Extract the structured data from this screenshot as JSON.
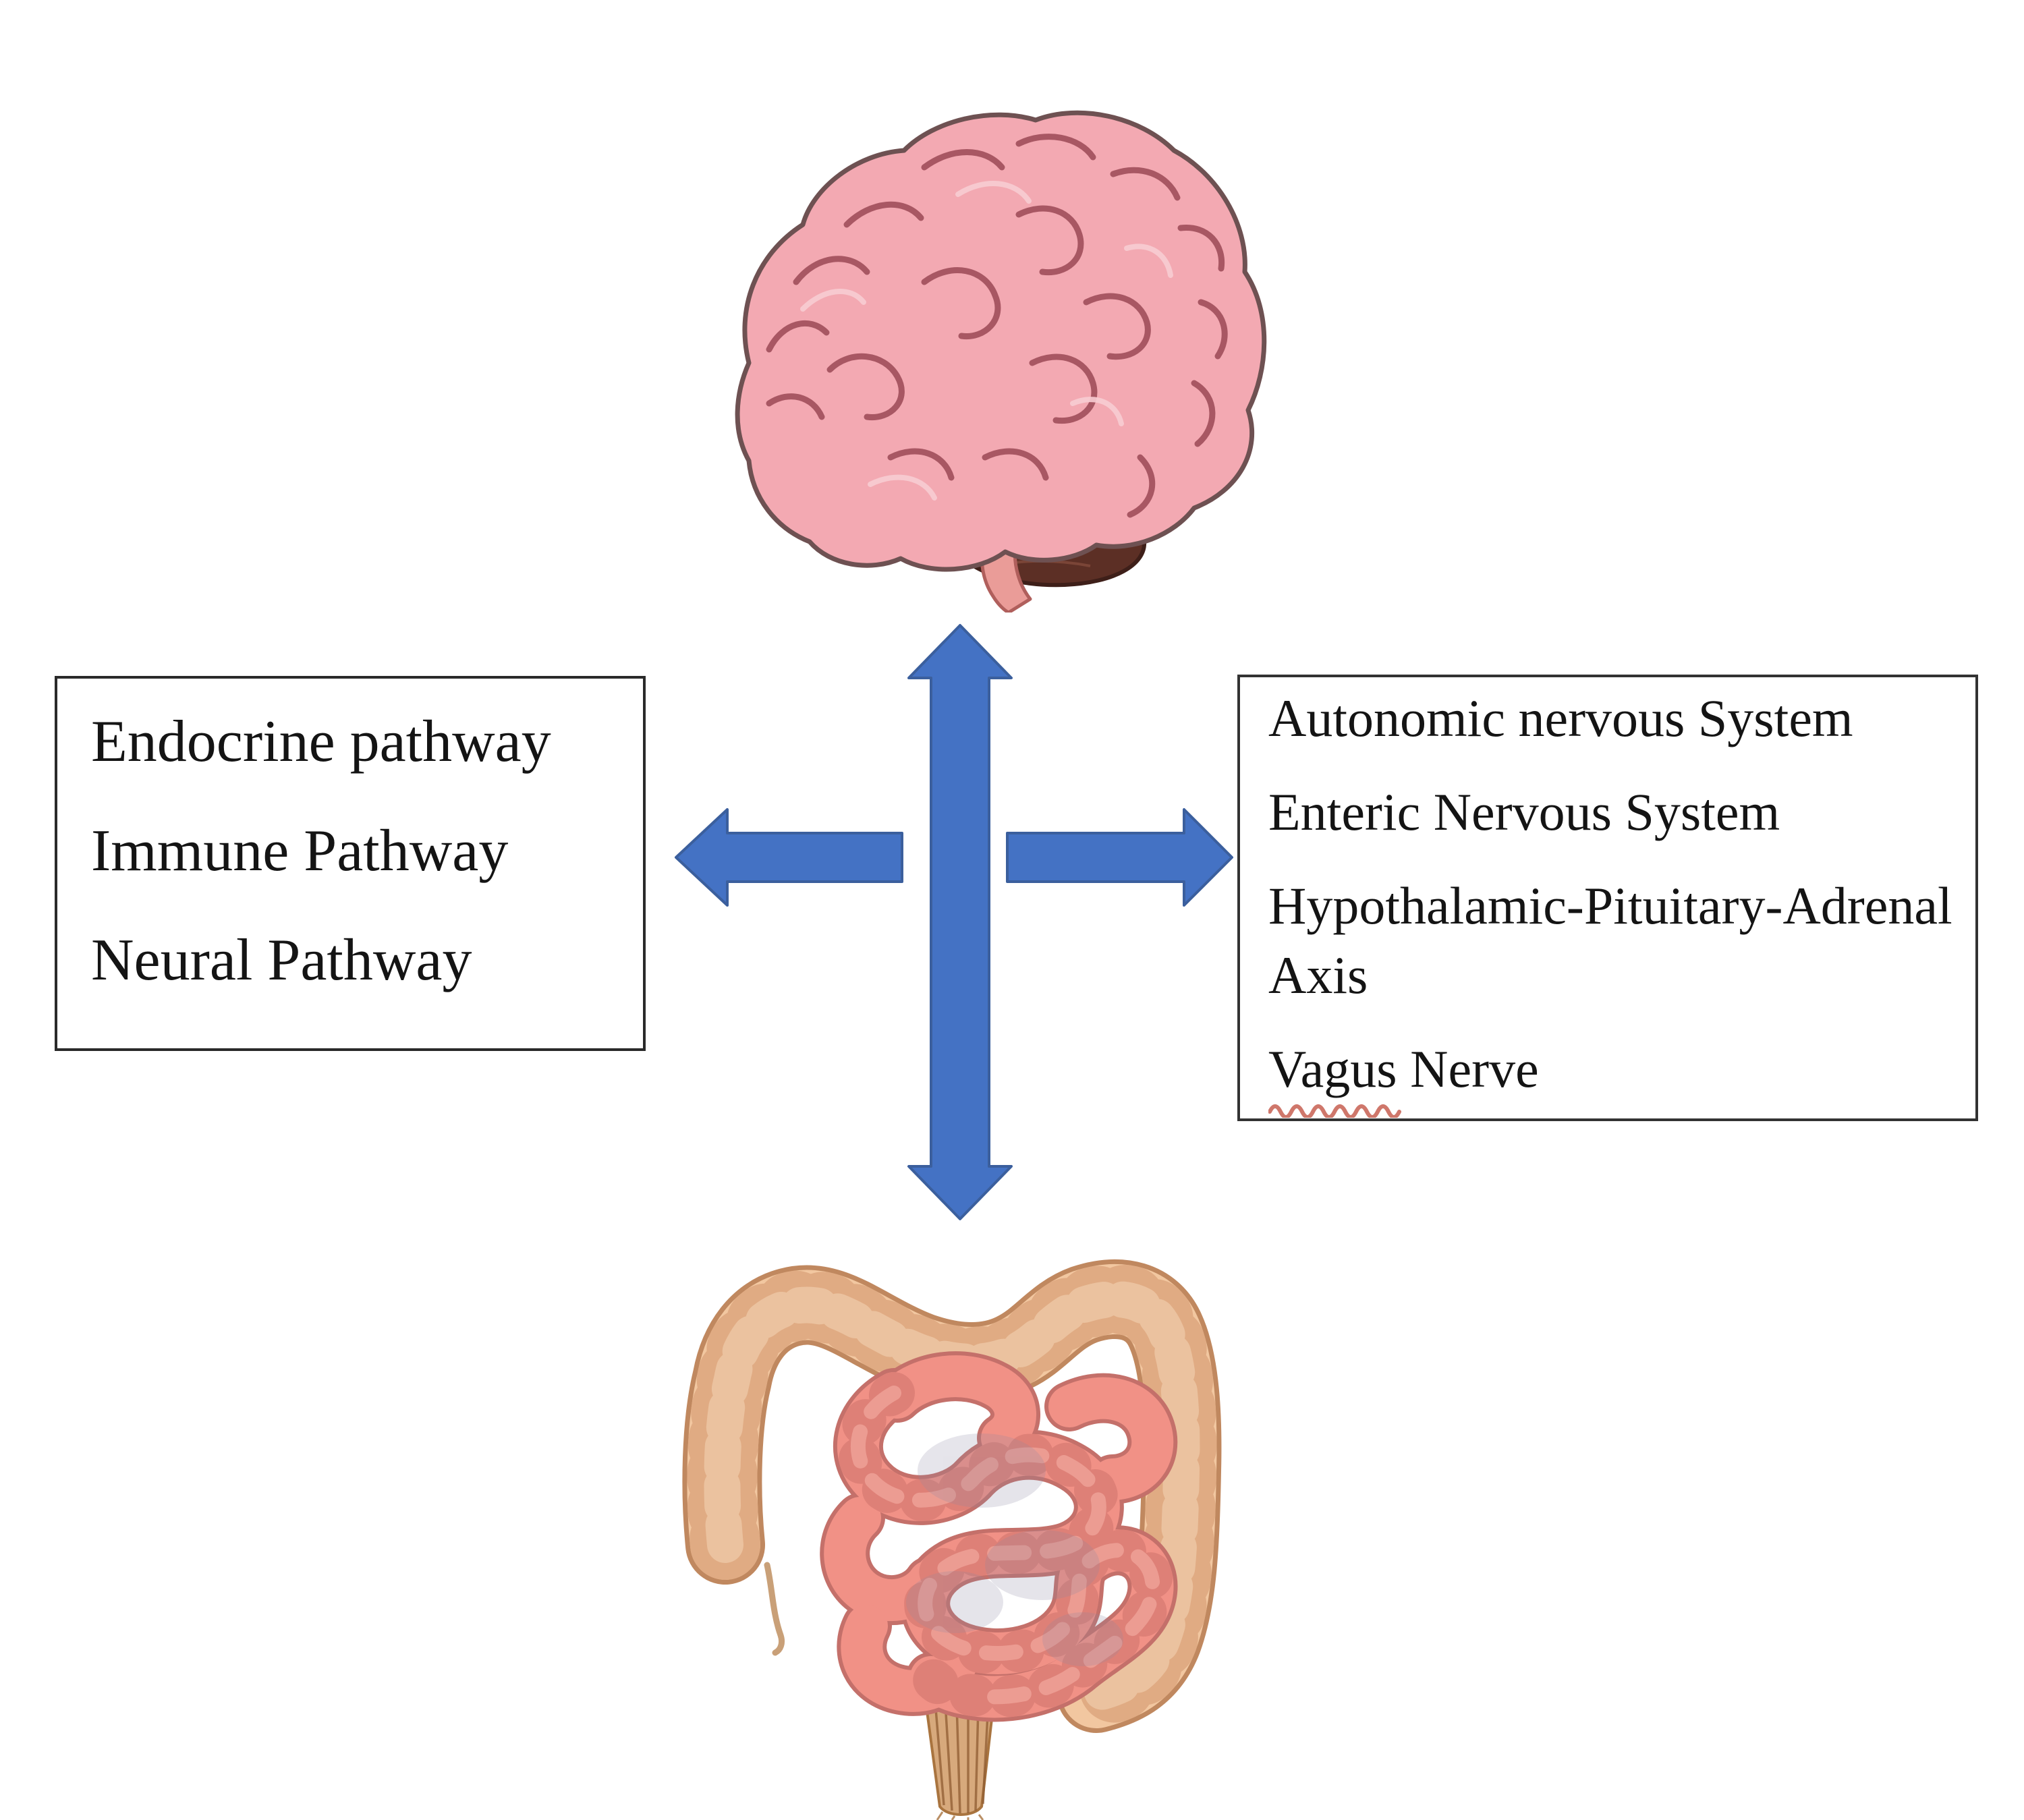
{
  "figure": {
    "kind": "gut-brain-axis-diagram",
    "background": "#ffffff"
  },
  "left_box": {
    "items": [
      "Endocrine pathway",
      "Immune Pathway",
      "Neural Pathway"
    ]
  },
  "right_box": {
    "items": [
      {
        "text": "Autonomic nervous System"
      },
      {
        "text": "Enteric Nervous System"
      },
      {
        "text": "Hypothalamic-Pituitary-Adrenal Axis"
      },
      {
        "text": "Vagus Nerve",
        "parts": {
          "misspelled": "Vagus",
          "rest": " Nerve"
        }
      }
    ]
  },
  "icons": {
    "brain": "brain-illustration",
    "gut": "intestines-illustration",
    "vertical_arrow": "bidirectional-vertical-arrow",
    "left_arrow": "left-arrow",
    "right_arrow": "right-arrow",
    "squiggle": "spellcheck-squiggle"
  },
  "colors": {
    "arrow_blue": "#4472C4",
    "arrow_edge": "#3B5F9D",
    "box_border": "#2A2A2A",
    "text": "#141414",
    "squiggle_red": "#BF4A3A",
    "brain_pink": "#F3A9B2",
    "brain_sulci": "#A85763",
    "brain_outline": "#6E5152",
    "cerebellum_brown": "#5C2F25",
    "brainstem_salmon": "#EA9C98",
    "colon_tan": "#F2C7A0",
    "colon_outline": "#C0885F",
    "intestine_salmon": "#F19186",
    "rectum_tan": "#D7A97C"
  }
}
